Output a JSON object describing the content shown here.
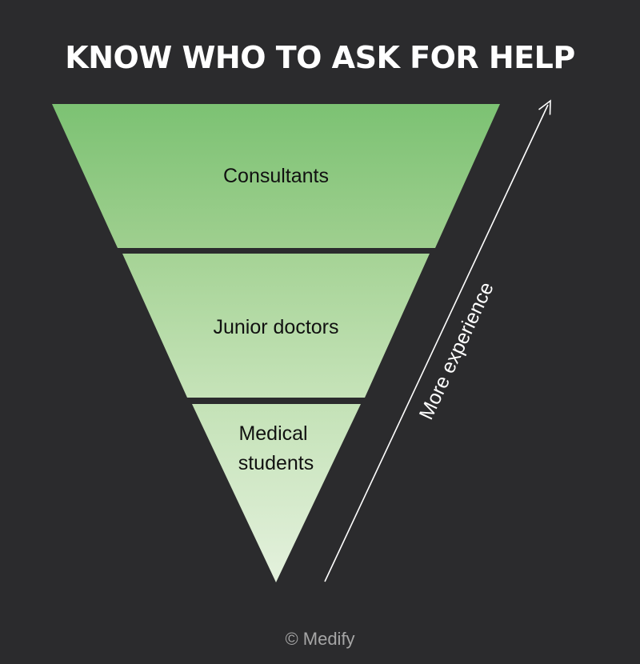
{
  "title": "KNOW WHO TO ASK FOR HELP",
  "tiers": [
    {
      "label_lines": [
        "Consultants"
      ]
    },
    {
      "label_lines": [
        "Junior doctors"
      ]
    },
    {
      "label_lines": [
        "Medical",
        "students"
      ]
    }
  ],
  "arrow_label": "More experience",
  "copyright": "© Medify",
  "colors": {
    "background": "#2b2b2d",
    "title": "#ffffff",
    "tier_top": "#7cc273",
    "tier_mid": "#b3d9a6",
    "tier_bottom": "#e2f0da",
    "arrow": "#ffffff",
    "copyright": "#a6a6a6"
  },
  "icons": {
    "arrow": "arrow-up-right-icon"
  }
}
